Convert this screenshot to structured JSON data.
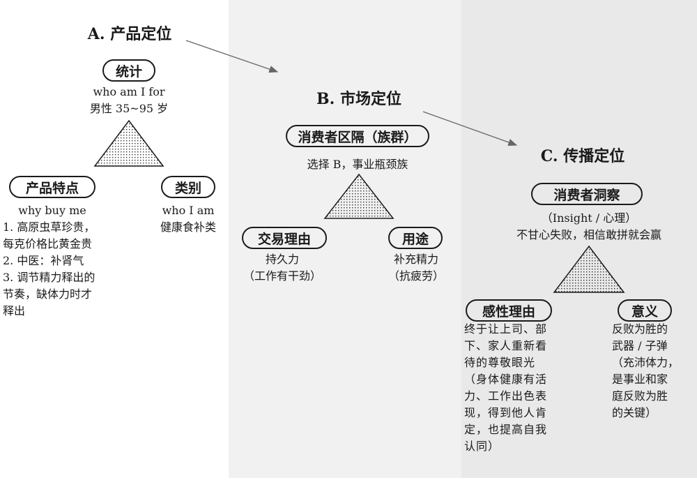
{
  "colors": {
    "panel_b": "#f1f1f1",
    "panel_c": "#e9e9e9",
    "ink": "#1a1a1a",
    "arrow": "#666666"
  },
  "a": {
    "title": "A. 产品定位",
    "top": {
      "label": "统计",
      "lines": [
        "who am I for",
        "男性 35~95 岁"
      ]
    },
    "left": {
      "label": "产品特点",
      "subtitle": "why buy me",
      "lines": [
        "1. 高原虫草珍贵，",
        "每克价格比黄金贵",
        "2. 中医：补肾气",
        "3. 调节精力释出的",
        "节奏，缺体力时才",
        "释出"
      ]
    },
    "right": {
      "label": "类别",
      "lines": [
        "who I am",
        "健康食补类"
      ]
    }
  },
  "b": {
    "title": "B. 市场定位",
    "top": {
      "label": "消费者区隔（族群）",
      "lines": [
        "选择 B，事业瓶颈族"
      ]
    },
    "left": {
      "label": "交易理由",
      "lines": [
        "持久力",
        "（工作有干劲）"
      ]
    },
    "right": {
      "label": "用途",
      "lines": [
        "补充精力",
        "（抗疲劳）"
      ]
    }
  },
  "c": {
    "title": "C. 传播定位",
    "top": {
      "label": "消费者洞察",
      "lines": [
        "（Insight / 心理）",
        "不甘心失败，相信敢拼就会赢"
      ]
    },
    "left": {
      "label": "感性理由",
      "lines": [
        "终于让上司、部",
        "下、家人重新看",
        "待的尊敬眼光",
        "（身体健康有活",
        "力、工作出色表",
        "现，得到他人肯",
        "定，也提高自我",
        "认同）"
      ]
    },
    "right": {
      "label": "意义",
      "lines": [
        "反败为胜的",
        "武器 / 子弹",
        "（充沛体力，",
        "是事业和家",
        "庭反败为胜",
        "的关键）"
      ]
    }
  }
}
